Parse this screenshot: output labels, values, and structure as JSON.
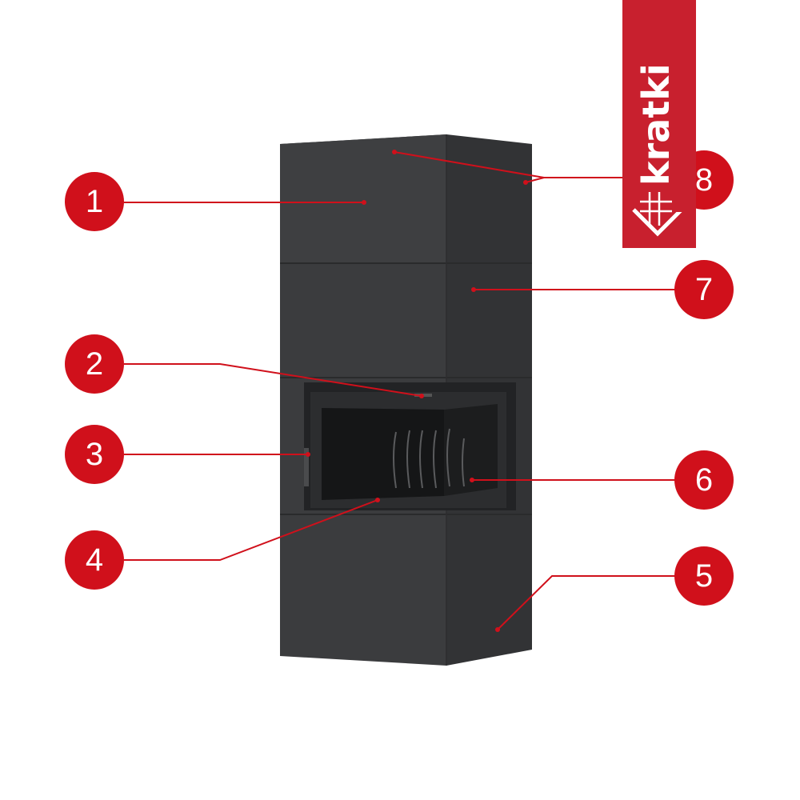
{
  "brand": {
    "name": "kratki",
    "color": "#c8202e"
  },
  "accent_color": "#d0101b",
  "callouts": [
    {
      "label": "1"
    },
    {
      "label": "2"
    },
    {
      "label": "3"
    },
    {
      "label": "4"
    },
    {
      "label": "5"
    },
    {
      "label": "6"
    },
    {
      "label": "7"
    },
    {
      "label": "8"
    }
  ]
}
